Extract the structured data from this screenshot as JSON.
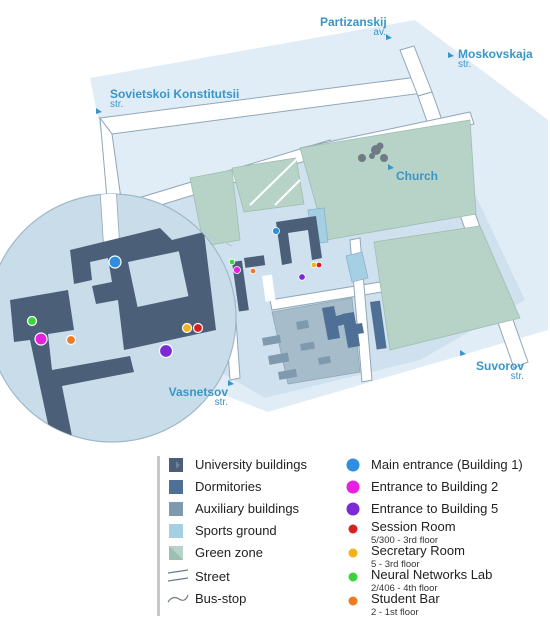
{
  "streets": {
    "partizanskij": {
      "main": "Partizanskij",
      "sub": "av."
    },
    "moskovskaja": {
      "main": "Moskovskaja",
      "sub": "str."
    },
    "sovietskoi": {
      "main": "Sovietskoi Konstitutsii",
      "sub": "str."
    },
    "suvorov": {
      "main": "Suvorov",
      "sub": "str."
    },
    "vasnetsov": {
      "main": "Vasnetsov",
      "sub": "str."
    }
  },
  "landmarks": {
    "church": "Church"
  },
  "legend": {
    "left": [
      {
        "label": "University buildings",
        "icon": "university-buildings-swatch",
        "color": "#4b5f78"
      },
      {
        "label": "Dormitories",
        "icon": "dormitories-swatch",
        "color": "#4f7096"
      },
      {
        "label": "Auxiliary buildings",
        "icon": "auxiliary-buildings-swatch",
        "color": "#7f9aae"
      },
      {
        "label": "Sports ground",
        "icon": "sports-ground-swatch",
        "color": "#a5cfe3"
      },
      {
        "label": "Green zone",
        "icon": "green-zone-swatch",
        "color": "#b7d3c7"
      },
      {
        "label": "Street",
        "icon": "street-symbol"
      },
      {
        "label": "Bus-stop",
        "icon": "bus-stop-symbol"
      }
    ],
    "right": [
      {
        "label": "Main entrance (Building 1)",
        "sub": "",
        "color": "#2f8ee0"
      },
      {
        "label": "Entrance to Building 2",
        "sub": "",
        "color": "#e81ee0"
      },
      {
        "label": "Entrance to Building 5",
        "sub": "",
        "color": "#7b2ad6"
      },
      {
        "label": "Session Room",
        "sub": "5/300 - 3rd floor",
        "color": "#d82020"
      },
      {
        "label": "Secretary Room",
        "sub": "5 - 3rd floor",
        "color": "#f2b21c"
      },
      {
        "label": "Neural Networks Lab",
        "sub": "2/406 - 4th floor",
        "color": "#3ad43a"
      },
      {
        "label": "Student Bar",
        "sub": "2 - 1st floor",
        "color": "#ee7a22"
      }
    ]
  }
}
